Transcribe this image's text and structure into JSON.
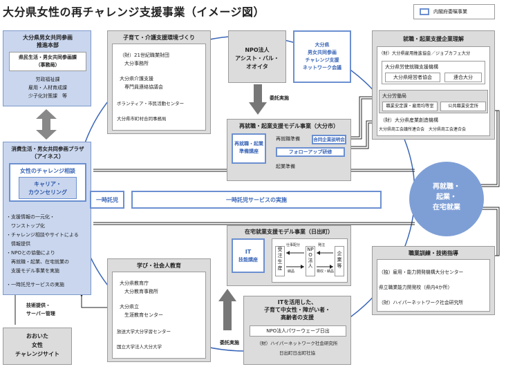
{
  "title": "大分県女性の再チャレンジ支援事業（イメージ図）",
  "legend": "内閣府委嘱事業",
  "hq": {
    "title1": "大分県男女共同参画",
    "title2": "推進本部",
    "inner1": "県民生活・男女共同参画課",
    "inner2": "（事務局）",
    "lines": [
      "労政福祉課",
      "雇用・人材育成課",
      "少子化対策課　等"
    ]
  },
  "plaza": {
    "title1": "消費生活・男女共同参画プラザ",
    "title2": "（アイネス）",
    "consult_title": "女性のチャレンジ相談",
    "career1": "キャリア・",
    "career2": "カウンセリング",
    "bullets": [
      "・支援情報の一元化・",
      "　ワンストップ化",
      "・チャレンジ相談やサイトによる",
      "　情報提供",
      "・NPOとの協働により",
      "　再就職・起業、在宅就業の",
      "　支援モデル事業を実施",
      "・一時託児サービスの実施"
    ]
  },
  "childcare": {
    "title": "子育て・介護支援環境づくり",
    "lines": [
      "（財）21世紀職業財団",
      "　大分事務所",
      "大分県介護支援",
      "　専門員連絡協議会",
      "ボランティア・市民活動センター",
      "大分県市町村合同事務局"
    ]
  },
  "npo": {
    "line1": "NPO法人",
    "line2": "アシスト・バル・",
    "line3": "オオイタ"
  },
  "network": {
    "lines": [
      "大分県",
      "男女共同参画",
      "チャレンジ支援",
      "ネットワーク会議"
    ]
  },
  "employ_council": {
    "title": "就職・起業支援企業理解",
    "line1": "（財）大分県雇用推進協会／ジョブカフェ大分",
    "inner_title": "大分県労使就職支援機構",
    "inner_a": "大分県経営者協会",
    "inner_b": "連合大分",
    "labor": "大分労働局",
    "labor_a": "職業安定課・雇用均等室",
    "labor_b": "公共職業安定所",
    "industry": "（財）大分県産業創造機構",
    "last": "大分県商工会議所連合会　大分県商工会連合会"
  },
  "reemploy": {
    "title": "再就職・起業支援モデル事業（大分市）",
    "course": "再就職・起業準備講座",
    "prep1": "再就職準備",
    "session": "合同企業説明会",
    "followup": "フォローアップ研修",
    "prep2": "起業準備"
  },
  "consign1": "委託実施",
  "consign2": "委託実施",
  "ichiji": "一時託児",
  "ichiji_service": "一時託児サービスの実施",
  "circle": {
    "l1": "再就職・",
    "l2": "起業・",
    "l3": "在宅就業"
  },
  "home": {
    "title": "在宅就業支援モデル事業（日出町）",
    "it1": "IT",
    "it2": "技能講座",
    "order": "受注生産",
    "npo_mid": "NPO法人",
    "company": "企業等",
    "label_a": "仕事配分",
    "label_b": "納品",
    "label_c": "発注",
    "label_d": "検収・納品"
  },
  "vocational": {
    "title": "職業訓練・技術指導",
    "lines": [
      "（独）雇用・能力開発機構大分センター",
      "県立職業能力開発校（県内4か所）",
      "（財）ハイパーネットワーク社会研究所"
    ]
  },
  "learning": {
    "title": "学び・社会人教育",
    "lines": [
      "大分県教育庁",
      "　大分教育事務所",
      "大分県立",
      "　生涯教育センター",
      "放送大学大分学習センター",
      "国立大学法人大分大学"
    ]
  },
  "it_women": {
    "title1": "ITを活用した、",
    "title2": "子育て中女性・障がい者・",
    "title3": "高齢者の支援",
    "org1": "NPO法人パワーウェーブ日出",
    "org2": "（財）ハイパーネットワーク社会研究所",
    "org3": "日出町日出町社協"
  },
  "info_provide": "技術提供・",
  "server_mgmt": "サーバー管理",
  "site": {
    "l1": "おおいた",
    "l2": "女性",
    "l3": "チャレンジサイト"
  }
}
